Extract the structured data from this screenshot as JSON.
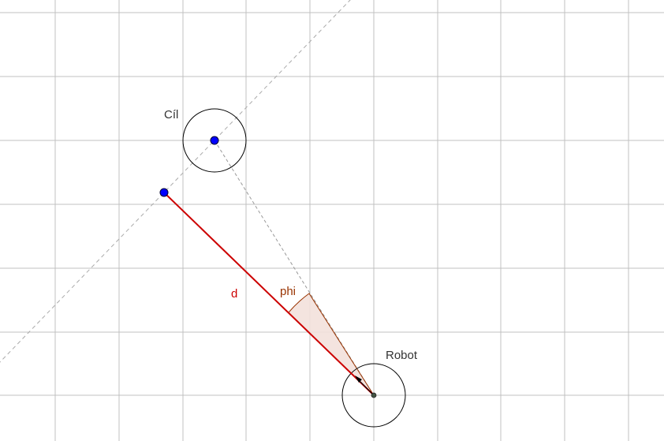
{
  "labels": {
    "target": "Cíl",
    "robot": "Robot",
    "distance": "d",
    "angle": "phi"
  },
  "colors": {
    "grid": "#c0c0c0",
    "distance_segment": "#cc0000",
    "angle_arc": "#993300",
    "point": "#0000ff",
    "dashed_line": "#999999",
    "circle_stroke": "#000000"
  },
  "grid": true
}
